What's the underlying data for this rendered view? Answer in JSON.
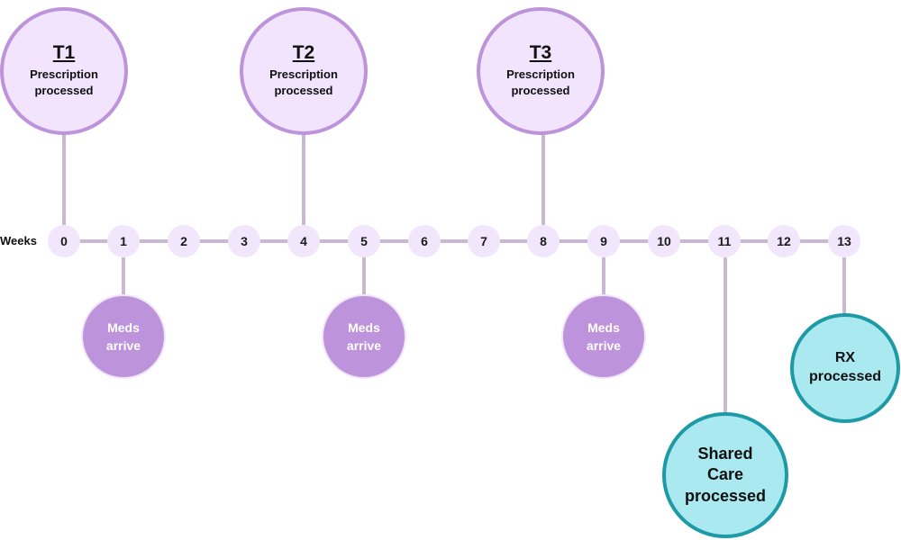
{
  "axis_label": "Weeks",
  "weeks": [
    "0",
    "1",
    "2",
    "3",
    "4",
    "5",
    "6",
    "7",
    "8",
    "9",
    "10",
    "11",
    "12",
    "13"
  ],
  "top_events": [
    {
      "title": "T1",
      "line1": "Prescription",
      "line2": "processed"
    },
    {
      "title": "T2",
      "line1": "Prescription",
      "line2": "processed"
    },
    {
      "title": "T3",
      "line1": "Prescription",
      "line2": "processed"
    }
  ],
  "meds_events": [
    {
      "line1": "Meds",
      "line2": "arrive"
    },
    {
      "line1": "Meds",
      "line2": "arrive"
    },
    {
      "line1": "Meds",
      "line2": "arrive"
    }
  ],
  "shared_care": {
    "line1": "Shared",
    "line2": "Care",
    "line3": "processed"
  },
  "rx": {
    "line1": "RX",
    "line2": "processed"
  },
  "colors": {
    "purple_dark": "#bd93db",
    "purple_light": "#f1e6fb",
    "connector": "#c9b8d1",
    "teal_fill": "#a9e9ef",
    "teal_border": "#1e9aa6"
  }
}
